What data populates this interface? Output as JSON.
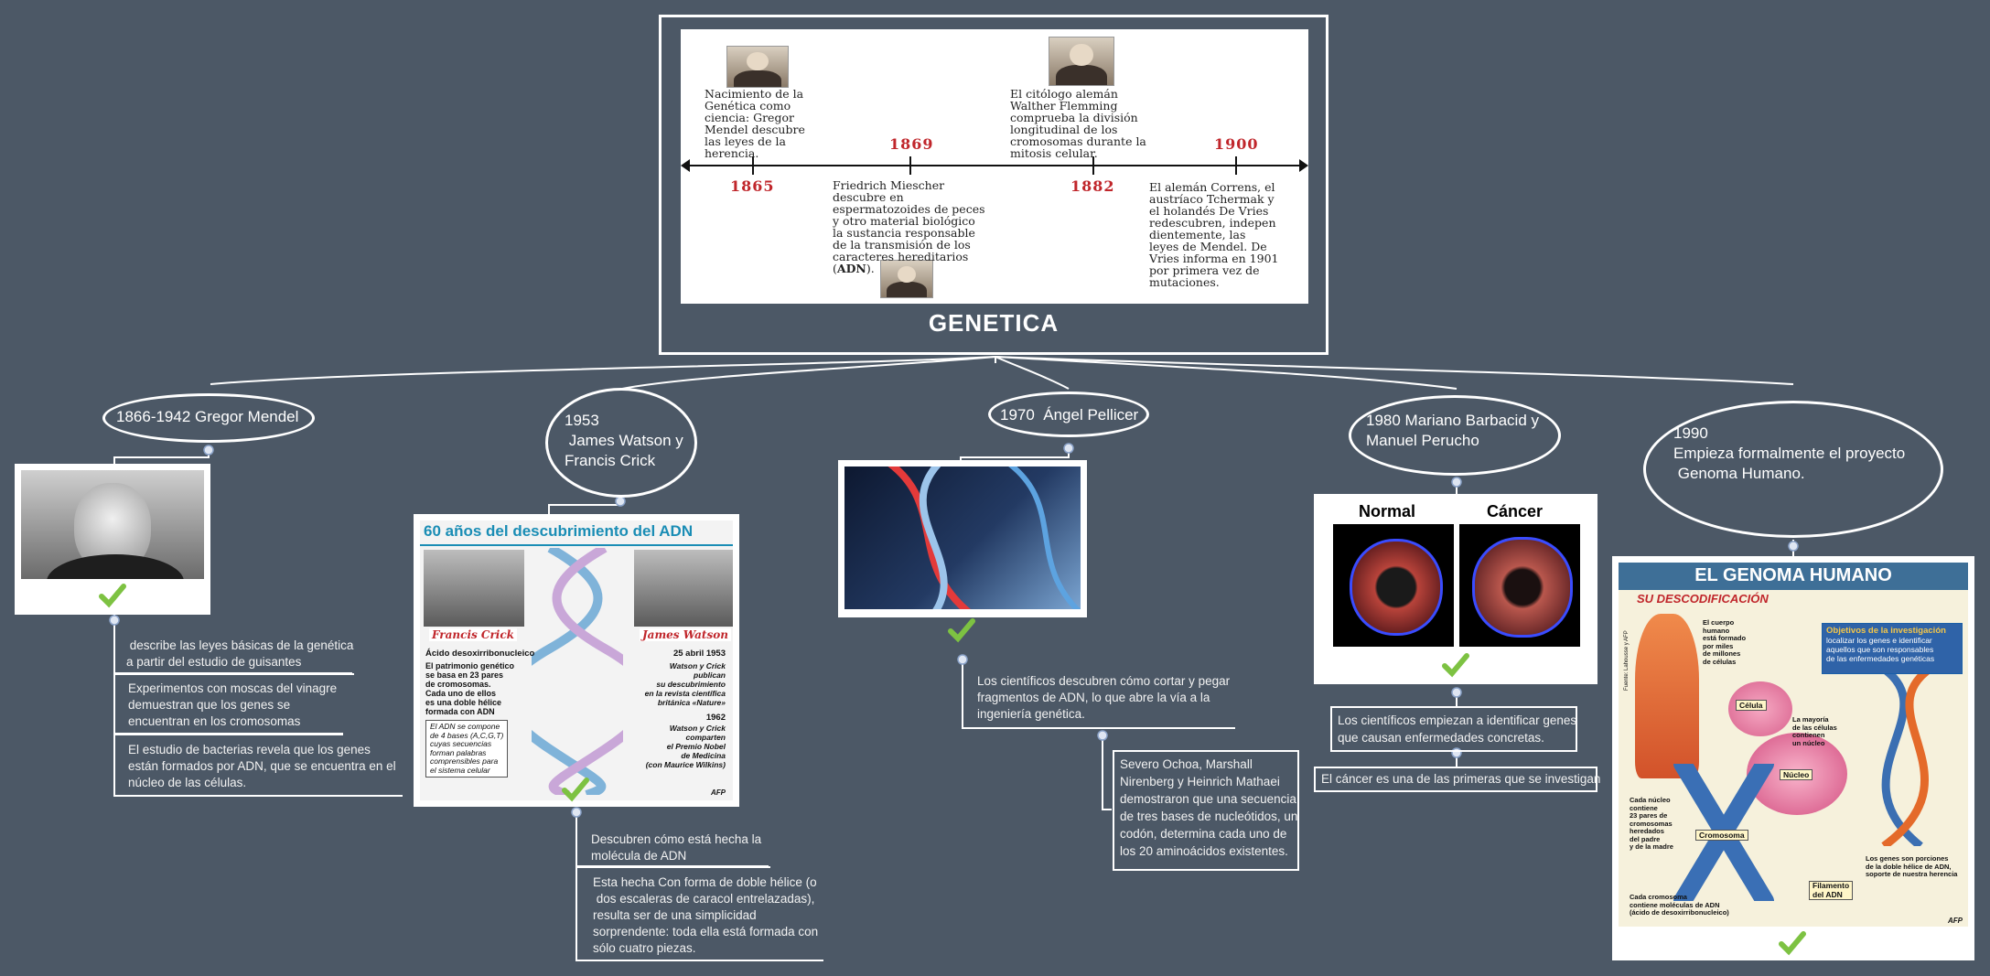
{
  "root": {
    "title": "GENETICA"
  },
  "timeline": [
    {
      "year": "1865",
      "text": "Nacimiento de la\nGenética como\nciencia: Gregor\nMendel descubre\nlas leyes de la\nherencia.",
      "position": "above"
    },
    {
      "year": "1869",
      "text": "Friedrich Miescher\ndescubre en\nespermatozoides de peces\ny otro material biológico\nla sustancia responsable\nde la transmisión de los\ncaracteres hereditarios\n(ADN).",
      "position": "below"
    },
    {
      "year": "1882",
      "text": "El citólogo alemán\nWalther Flemming\ncomprueba la división\nlongitudinal de los\ncromosomas durante la\nmitosis celular.",
      "position": "above"
    },
    {
      "year": "1900",
      "text": "El alemán Correns, el\naustríaco Tchermak y\nel holandés De Vries\nredescubren, indepen\ndientemente, las\nleyes de Mendel. De\nVries informa en 1901\npor primera vez de\nmutaciones.",
      "position": "below"
    }
  ],
  "branches": {
    "mendel": {
      "label": "1866-1942 Gregor Mendel",
      "notes": [
        " describe las leyes básicas de la genética\na partir del estudio de guisantes",
        "Experimentos con moscas del vinagre\ndemuestran que los genes se\nencuentran en los cromosomas",
        "El estudio de bacterias revela que los genes\nestán formados por ADN, que se encuentra en el\nnúcleo de las células."
      ]
    },
    "watson": {
      "label": "1953\n James Watson y\nFrancis Crick",
      "poster": {
        "title": "60 años del descubrimiento del ADN",
        "crick": "Francis Crick",
        "watson": "James Watson",
        "left_heading": "Ácido desoxirribonucleico",
        "left_text": "El patrimonio genético\nse basa en 23 pares\nde cromosomas.\nCada uno de ellos\nes una doble hélice\nformada con ADN",
        "box_text": "El ADN se compone\nde 4 bases (A,C,G,T)\ncuyas secuencias\nforman palabras\ncomprensibles para\nel sistema celular",
        "right_date1": "25 abril 1953",
        "right_text1": "Watson y Crick\npublican\nsu descubrimiento\nen la revista científica\nbritánica «Nature»",
        "right_date2": "1962",
        "right_text2": "Watson y Crick\ncomparten\nel Premio Nobel\nde Medicina\n(con Maurice Wilkins)",
        "credit": "AFP"
      },
      "notes": [
        "Descubren cómo está hecha la\nmolécula de ADN",
        "Esta hecha Con forma de doble hélice (o\n dos escaleras de caracol entrelazadas),\nresulta ser de una simplicidad\nsorprendente: toda ella está formada con\nsólo cuatro piezas."
      ]
    },
    "pellicer": {
      "label": "1970  Ángel Pellicer",
      "notes": [
        "Los científicos descubren cómo cortar y pegar\nfragmentos de ADN, lo que abre la vía a la\ningeniería genética.",
        "Severo Ochoa, Marshall\nNirenberg y Heinrich Mathaei\ndemostraron que una secuencia\nde tres bases de nucleótidos, un\ncodón, determina cada uno de\nlos 20 aminoácidos existentes."
      ]
    },
    "barbacid": {
      "label": "1980 Mariano Barbacid y\nManuel Perucho",
      "image": {
        "normal": "Normal",
        "cancer": "Cáncer"
      },
      "notes": [
        "Los científicos empiezan a identificar genes\nque causan enfermedades concretas.",
        "El cáncer es una de las primeras que se investigan"
      ]
    },
    "genoma": {
      "label": "1990\nEmpieza formalmente el proyecto\n Genoma Humano.",
      "poster": {
        "title": "EL GENOMA HUMANO",
        "subtitle": "SU DESCODIFICACIÓN",
        "objectives_title": "Objetivos de la investigación",
        "objectives_text": "localizar los genes e identificar\naquellos que son responsables\nde las enfermedades genéticas",
        "step1": "El cuerpo\nhumano\nestá formado\npor miles\nde millones\nde células",
        "step2": "La mayoría\nde las células\ncontienen\nun núcleo",
        "step3": "Cada núcleo\ncontiene\n23 pares de\ncromosomas\nheredados\ndel padre\ny de la madre",
        "step4": "Cada cromosoma\ncontiene moléculas de ADN\n(ácido de desoxirribonucleico)",
        "step5": "Los genes son porciones\nde la doble hélice de ADN,\nsoporte de nuestra herencia",
        "label_cell": "Célula",
        "label_nucleus": "Núcleo",
        "label_chromosome": "Cromosoma",
        "label_dna": "Filamento\ndel ADN",
        "credit": "AFP",
        "source": "Fuente: Lahousse y AFP"
      }
    }
  },
  "colors": {
    "background": "#4c5866",
    "accent_year": "#c0262b",
    "check": "#7dc242"
  }
}
